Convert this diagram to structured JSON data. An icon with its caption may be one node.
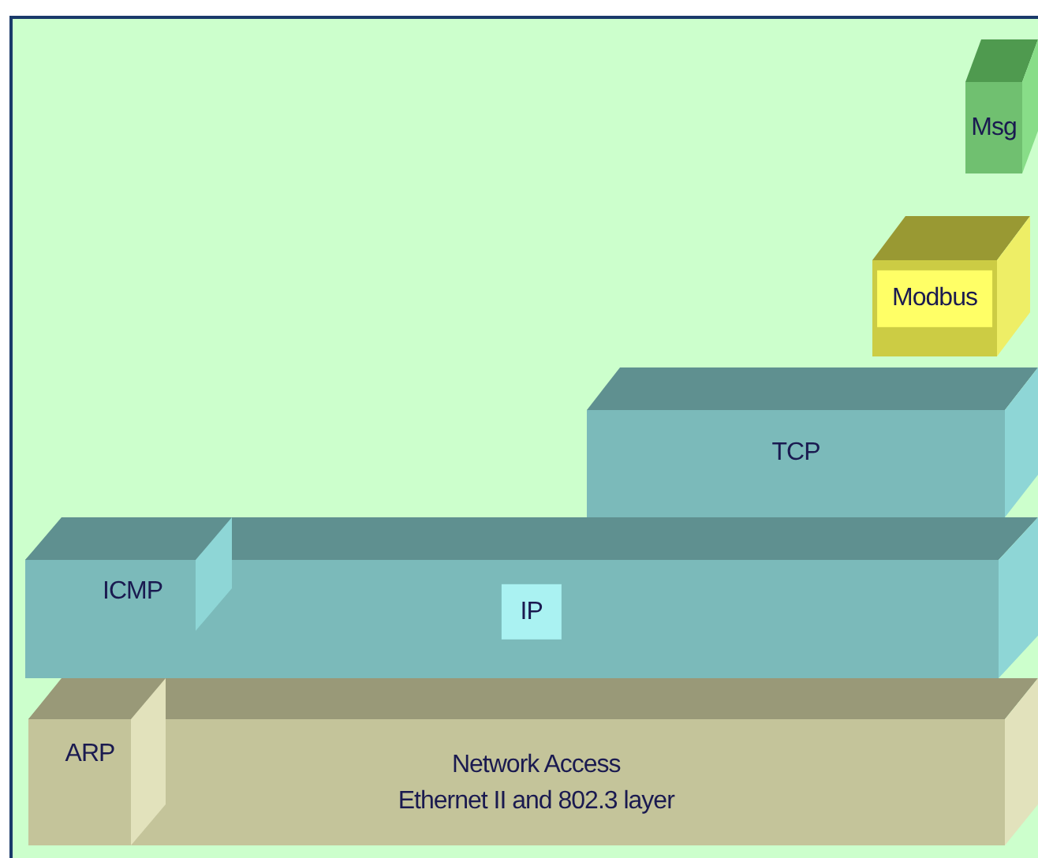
{
  "diagram": {
    "nodes": [
      {
        "text": [
          "Msg"
        ]
      },
      {
        "text": [
          "Modbus"
        ]
      },
      {
        "text": [
          "TCP"
        ]
      },
      {
        "text": [
          "IP"
        ]
      },
      {
        "text": [
          "ICMP"
        ]
      },
      {
        "text": [
          "Network Access",
          "Ethernet II and 802.3 layer"
        ]
      },
      {
        "text": [
          "ARP"
        ]
      }
    ]
  }
}
